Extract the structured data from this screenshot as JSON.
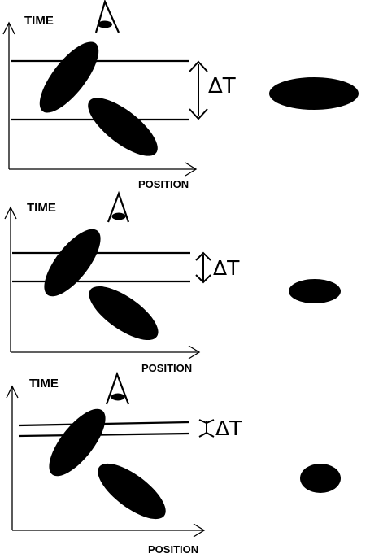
{
  "panels": [
    {
      "time_label": "TIME",
      "position_label": "POSITION",
      "delta_label": "ΔT"
    },
    {
      "time_label": "TIME",
      "position_label": "POSITION",
      "delta_label": "ΔT"
    },
    {
      "time_label": "TIME",
      "position_label": "POSITION",
      "delta_label": "ΔT"
    }
  ],
  "colors": {
    "ink": "#000000",
    "background": "#ffffff"
  },
  "icons": [
    "eye-icon"
  ]
}
